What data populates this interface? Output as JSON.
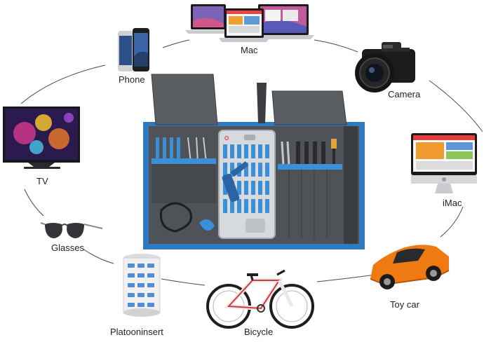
{
  "items": [
    {
      "key": "mac",
      "label": "Mac"
    },
    {
      "key": "phone",
      "label": "Phone"
    },
    {
      "key": "camera",
      "label": "Camera"
    },
    {
      "key": "tv",
      "label": "TV"
    },
    {
      "key": "imac",
      "label": "iMac"
    },
    {
      "key": "glasses",
      "label": "Glasses"
    },
    {
      "key": "toy_car",
      "label": "Toy car"
    },
    {
      "key": "platooninsert",
      "label": "Platooninsert"
    },
    {
      "key": "bicycle",
      "label": "Bicycle"
    }
  ],
  "product": {
    "bit_case_brand": "O"
  },
  "colors": {
    "kit_edge": "#2f78c2",
    "kit_fabric": "#4f5256",
    "kit_fabric_dark": "#3b3d40",
    "tool_blue": "#3b8fd8",
    "car_orange": "#f07a12",
    "circle_line": "#4a4a4a"
  }
}
